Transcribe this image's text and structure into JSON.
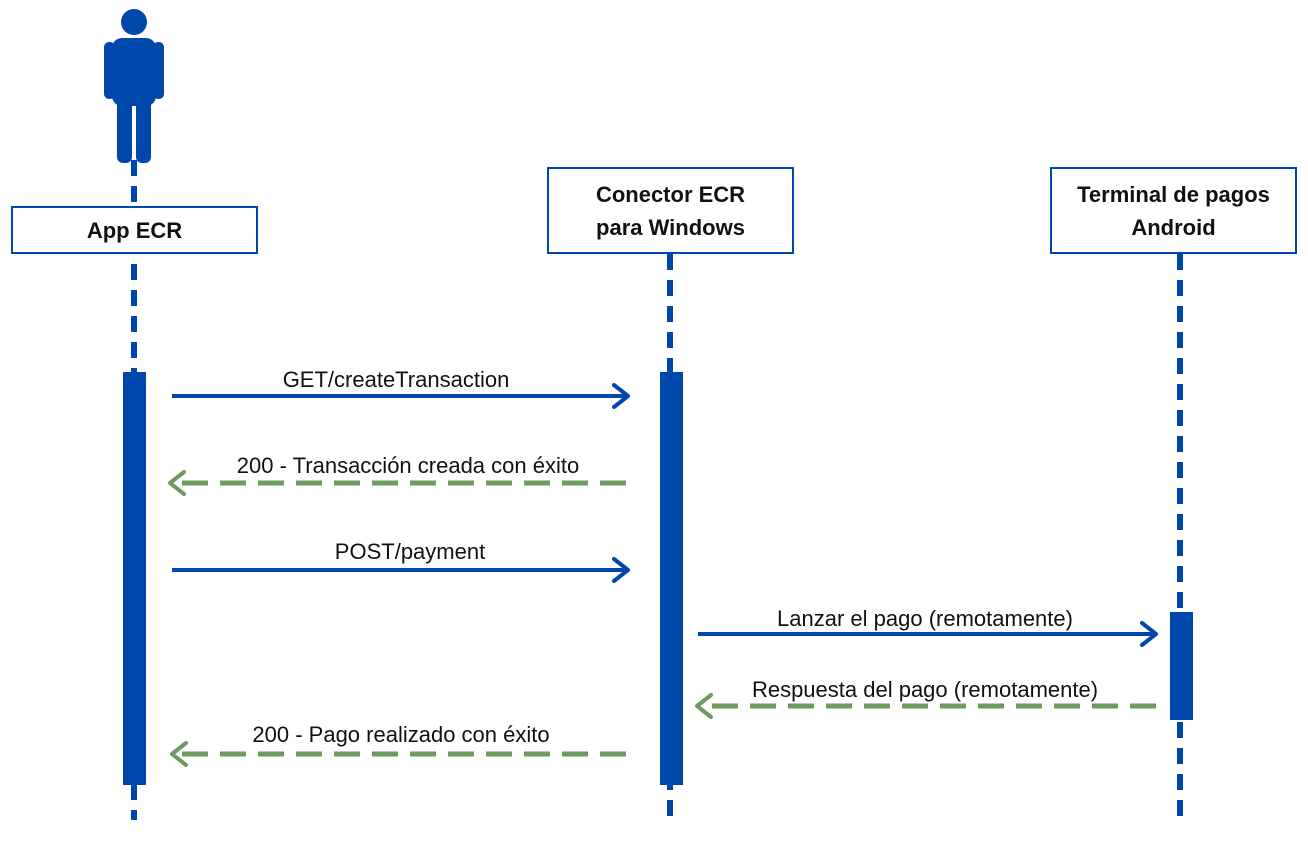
{
  "colors": {
    "primary": "#0047AB",
    "response": "#6E9A5E",
    "text": "#111111"
  },
  "actor": {
    "icon": "person-icon"
  },
  "participants": [
    {
      "id": "app",
      "lines": [
        "App ECR"
      ]
    },
    {
      "id": "connector",
      "lines": [
        "Conector ECR",
        "para Windows"
      ]
    },
    {
      "id": "terminal",
      "lines": [
        "Terminal de pagos",
        "Android"
      ]
    }
  ],
  "messages": [
    {
      "label": "GET/createTransaction",
      "from": "app",
      "to": "connector",
      "kind": "request"
    },
    {
      "label": "200 - Transacción creada con éxito",
      "from": "connector",
      "to": "app",
      "kind": "response"
    },
    {
      "label": "POST/payment",
      "from": "app",
      "to": "connector",
      "kind": "request"
    },
    {
      "label": "Lanzar el pago (remotamente)",
      "from": "connector",
      "to": "terminal",
      "kind": "request"
    },
    {
      "label": "Respuesta del pago (remotamente)",
      "from": "terminal",
      "to": "connector",
      "kind": "response"
    },
    {
      "label": "200 - Pago realizado con éxito",
      "from": "connector",
      "to": "app",
      "kind": "response"
    }
  ]
}
